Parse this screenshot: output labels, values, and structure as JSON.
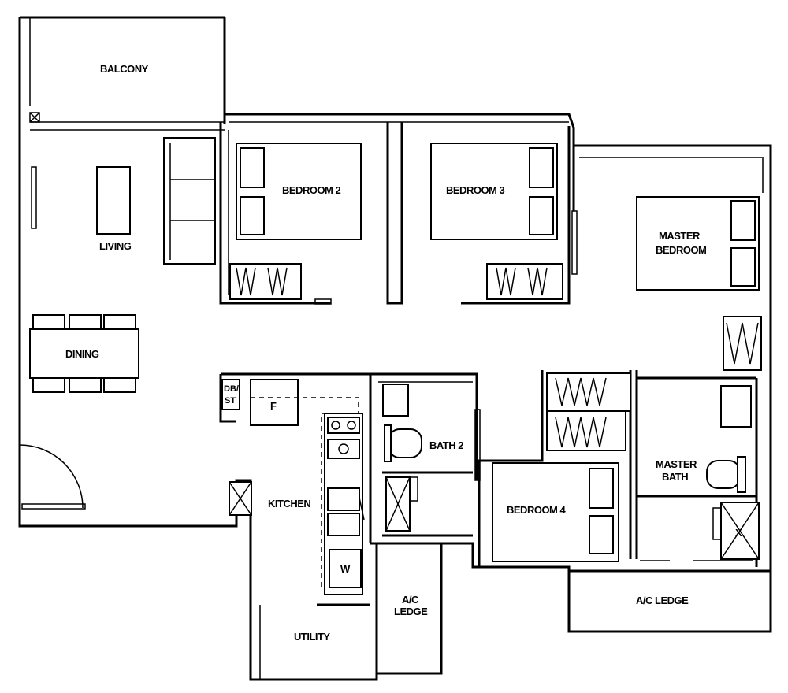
{
  "rooms": {
    "balcony": "BALCONY",
    "living": "LIVING",
    "dining": "DINING",
    "bedroom2": "BEDROOM 2",
    "bedroom3": "BEDROOM 3",
    "master_bedroom_line1": "MASTER",
    "master_bedroom_line2": "BEDROOM",
    "db_line1": "DB/",
    "db_line2": "ST",
    "fridge": "F",
    "bath2": "BATH 2",
    "kitchen": "KITCHEN",
    "washer": "W",
    "bedroom4": "BEDROOM 4",
    "master_bath_line1": "MASTER",
    "master_bath_line2": "BATH",
    "shower_x": "X",
    "ac_ledge_small_line1": "A/C",
    "ac_ledge_small_line2": "LEDGE",
    "ac_ledge_large": "A/C LEDGE",
    "utility": "UTILITY"
  }
}
